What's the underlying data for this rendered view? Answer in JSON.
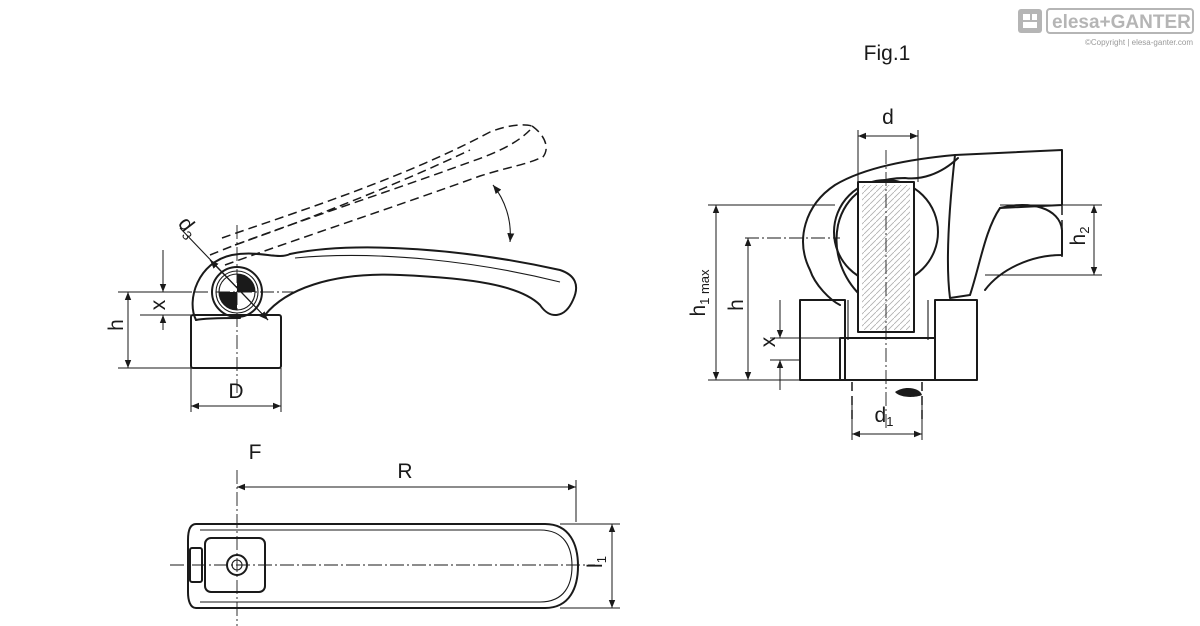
{
  "figure_title": "Fig.1",
  "brand": {
    "logo_text": "elesa+GANTER",
    "copyright": "©Copyright | elesa-ganter.com",
    "color": "#b5b5b5"
  },
  "labels": {
    "d3": "d",
    "d3_sub": "3",
    "x": "x",
    "h": "h",
    "D": "D",
    "F": "F",
    "R": "R",
    "l1": "l",
    "l1_sub": "1",
    "d": "d",
    "h1max": "h",
    "h1max_sub": "1 max",
    "h2": "h",
    "h2_sub": "2",
    "section_h": "h",
    "section_x": "x",
    "d1": "d",
    "d1_sub": "1"
  }
}
